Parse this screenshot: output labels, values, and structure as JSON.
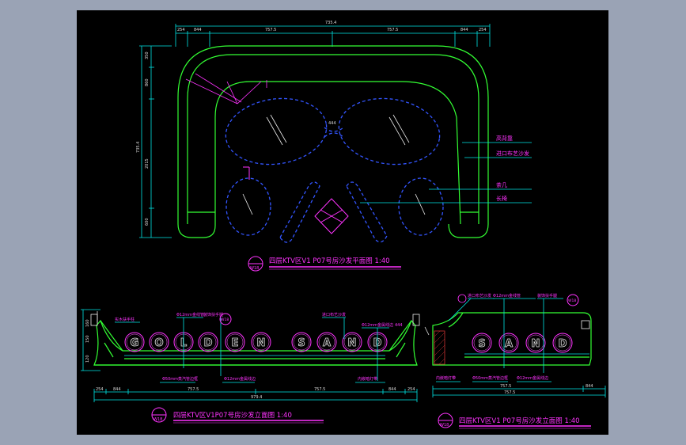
{
  "plan": {
    "title": "四层KTV区V1 P07号房沙发平面图  1:40",
    "badge": "W18",
    "labels": [
      "高背靠",
      "进口布艺沙发",
      "茶几",
      "长椅"
    ],
    "overall_dim": "735.4",
    "top_dims": [
      "254",
      "844",
      "757.5",
      "757.5",
      "844",
      "254"
    ],
    "left_dims": [
      "350",
      "860",
      "2015",
      "600"
    ],
    "gap_dim": "444"
  },
  "elev1": {
    "title": "四层KTV区V1P07号房沙发立面图  1:40",
    "badge": "W18",
    "letters": [
      "G",
      "O",
      "L",
      "D",
      "E",
      "N",
      "S",
      "A",
      "N",
      "D"
    ],
    "labels_top": [
      "实木扶手柱",
      "Φ12mm金线管",
      "装饰扶手腿",
      "进口布艺沙发",
      "Φ12mm金属线边"
    ],
    "labels_bottom": [
      "Φ50mm蒸汽管边框",
      "Φ12mm金属线边",
      "内嵌暗灯带"
    ],
    "bottom_dims": [
      "254",
      "844",
      "757.5",
      "757.5",
      "844",
      "254"
    ],
    "overall_dim": "979.4",
    "left_dims": [
      "160",
      "150",
      "120"
    ]
  },
  "elev2": {
    "title": "四层KTV区V1 P07号房沙发立面图  1:40",
    "badge": "W18",
    "letters": [
      "S",
      "A",
      "N",
      "D"
    ],
    "labels_top": [
      "进口布艺沙发",
      "Φ12mm金线管",
      "装饰扶手腿"
    ],
    "labels_bottom": [
      "内嵌暗灯带",
      "Φ50mm蒸汽管边框",
      "Φ12mm金属线边"
    ],
    "bottom_dims": [
      "757.5",
      "844"
    ],
    "overall_dim": "757.5"
  },
  "colors": {
    "background": "#9aa3b5",
    "drawing_bg": "#000000",
    "outline": "#33ff33",
    "dimension": "#00e5e5",
    "dashed": "#3355ff",
    "annotation": "#ff33ff"
  }
}
